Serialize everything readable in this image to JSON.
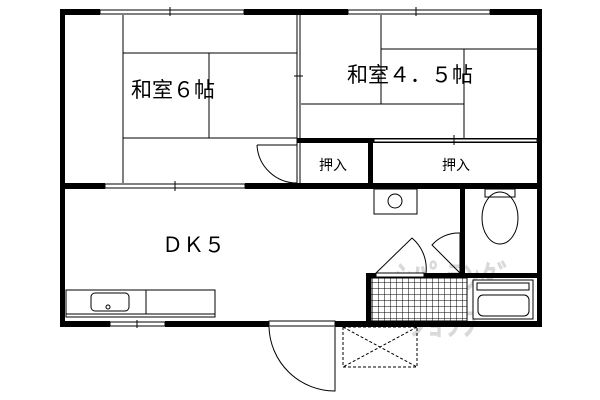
{
  "floor_plan": {
    "rooms": [
      {
        "id": "washitsu-6",
        "label": "和室６帖",
        "type": "japanese-room",
        "size_jo": 6
      },
      {
        "id": "washitsu-4-5",
        "label": "和室４．５帖",
        "type": "japanese-room",
        "size_jo": 4.5
      },
      {
        "id": "oshiire-1",
        "label": "押入",
        "type": "closet"
      },
      {
        "id": "oshiire-2",
        "label": "押入",
        "type": "closet"
      },
      {
        "id": "dk",
        "label": "ＤＫ５",
        "type": "dining-kitchen",
        "size_jo": 5
      }
    ],
    "fixtures": [
      "kitchen-sink",
      "washing-machine-space",
      "toilet",
      "bathtub",
      "bath-tiled-floor",
      "balcony-storage"
    ],
    "colors": {
      "wall": "#000000",
      "background": "#ffffff",
      "watermark": "#d9d9d9"
    }
  },
  "watermark": {
    "line1": "ｼﾊﾟﾗﾝﾀﾞ",
    "line2": "ｼｮｳﾌﾞ"
  }
}
